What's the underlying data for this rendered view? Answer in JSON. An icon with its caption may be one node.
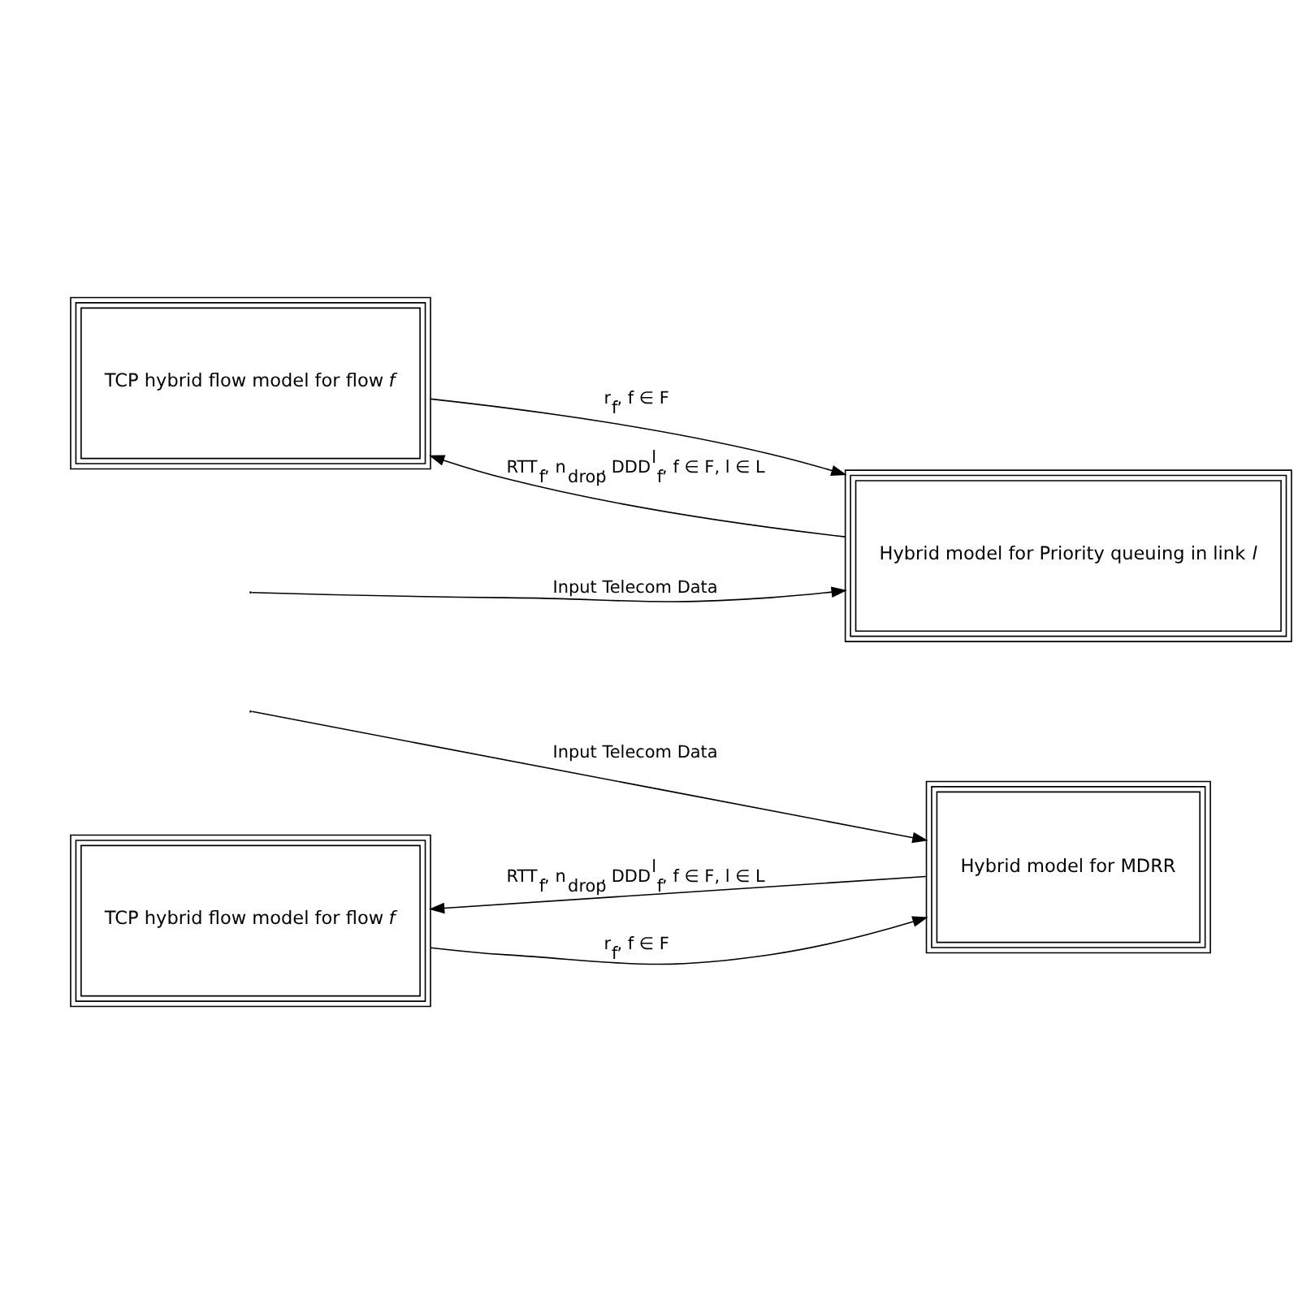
{
  "diagram": {
    "nodes": [
      {
        "text": [
          "TCP hybrid flow model for flow *f*"
        ]
      },
      {
        "text": [
          "Hybrid model for Priority queuing in link *l*"
        ]
      },
      {
        "text": [
          "TCP hybrid flow model for flow *f*"
        ]
      },
      {
        "text": [
          "Hybrid model for MDRR"
        ]
      }
    ],
    "edges": [
      {
        "from": null,
        "to": 1,
        "arrow": "to",
        "label": "Input Telecom Data"
      },
      {
        "from": 0,
        "to": 1,
        "arrow": "to",
        "label": "r$_{f}$, f ∈ F"
      },
      {
        "from": 1,
        "to": 0,
        "arrow": "to",
        "label": "RTT$_{f}$, n$_{drop}$, DDD$^{l}$$_{f}$, f ∈ F, l ∈ L"
      },
      {
        "from": null,
        "to": 3,
        "arrow": "to",
        "label": "Input Telecom Data"
      },
      {
        "from": 2,
        "to": 3,
        "arrow": "to",
        "label": "r$_{f}$, f ∈ F"
      },
      {
        "from": 3,
        "to": 2,
        "arrow": "to",
        "label": "RTT$_{f}$, n$_{drop}$, DDD$^{l}$$_{f}$, f ∈ F, l ∈ L"
      }
    ]
  }
}
